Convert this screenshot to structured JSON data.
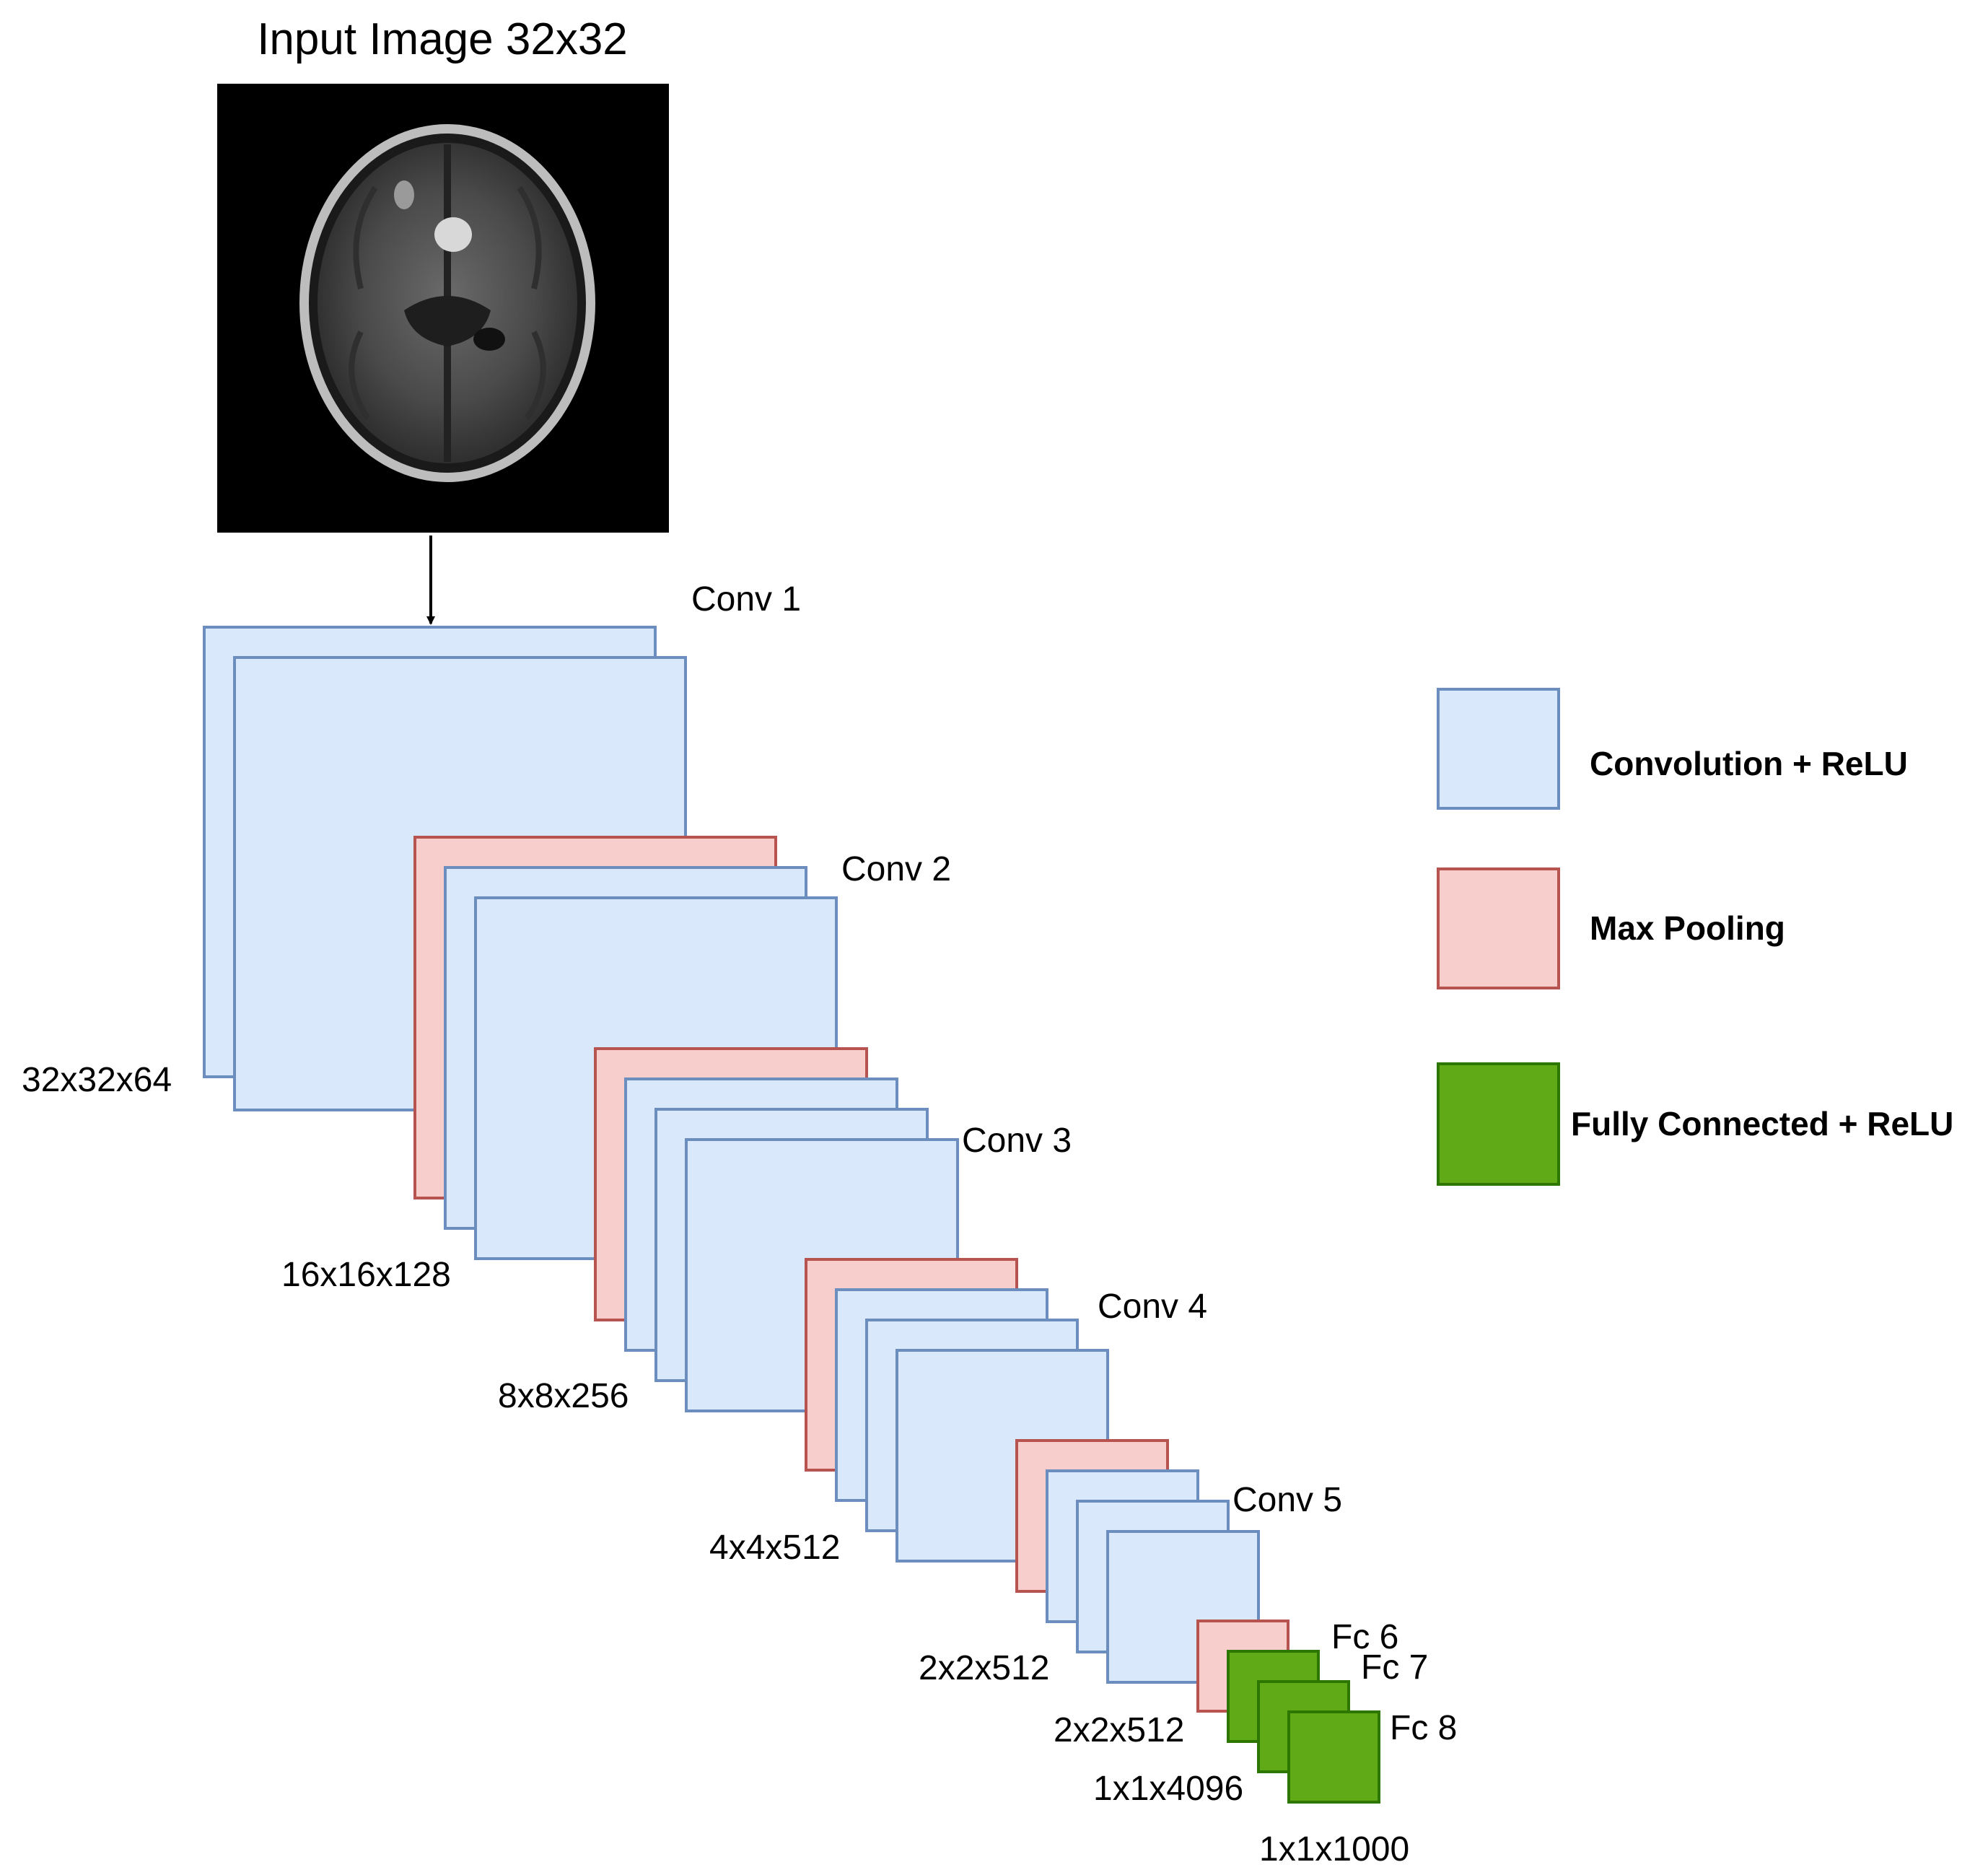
{
  "input": {
    "title": "Input Image 32x32",
    "image": "brain MRI axial slice"
  },
  "layers": [
    {
      "name": "Conv 1",
      "type": "conv",
      "dims": "32x32x64"
    },
    {
      "name": "Conv 2",
      "type": "conv",
      "dims": "16x16x128"
    },
    {
      "name": "Conv 3",
      "type": "conv",
      "dims": "8x8x256"
    },
    {
      "name": "Conv 4",
      "type": "conv",
      "dims": "4x4x512"
    },
    {
      "name": "Conv 5",
      "type": "conv",
      "dims": "2x2x512"
    },
    {
      "name": "",
      "type": "pool",
      "dims": "2x2x512"
    },
    {
      "name": "Fc 6",
      "type": "fc",
      "dims": ""
    },
    {
      "name": "Fc 7",
      "type": "fc",
      "dims": "1x1x4096"
    },
    {
      "name": "Fc 8",
      "type": "fc",
      "dims": "1x1x1000"
    }
  ],
  "legend": [
    {
      "label": "Convolution + ReLU",
      "type": "conv"
    },
    {
      "label": "Max Pooling",
      "type": "pool"
    },
    {
      "label": "Fully Connected + ReLU",
      "type": "fc"
    }
  ],
  "colors": {
    "conv_fill": "#dae8fc",
    "conv_stroke": "#6c8ebf",
    "pool_fill": "#f8cecc",
    "pool_stroke": "#b85450",
    "fc_fill": "#60a917",
    "fc_stroke": "#2d7600",
    "arrow": "#000000"
  }
}
